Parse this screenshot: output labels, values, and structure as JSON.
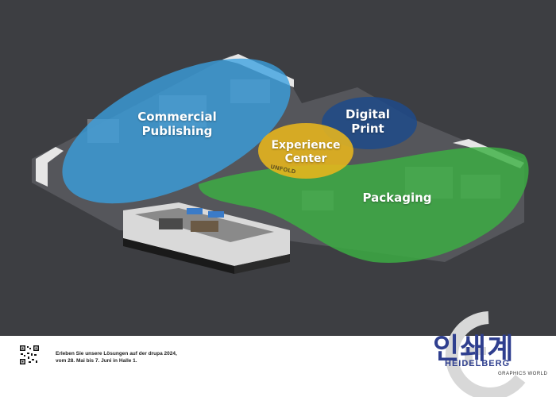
{
  "zones": {
    "commercial_publishing": "Commercial\nPublishing",
    "digital_print": "Digital\nPrint",
    "experience_center": "Experience\nCenter",
    "packaging": "Packaging"
  },
  "floor_text": {
    "unfold": "UNFOLD"
  },
  "footer": {
    "info_text": "Erleben Sie unsere Lösungen auf der drupa 2024,\nvom 28. Mai bis 7. Juni in Halle 1."
  },
  "logo": {
    "korean": "인쇄계",
    "brand": "HEIDELBERG",
    "sub": "GRAPHICS WORLD"
  },
  "colors": {
    "background": "#3d3e42",
    "commercial": "#3aa0e0",
    "digital": "#1f4a8a",
    "experience": "#e8b61c",
    "packaging": "#3cb043",
    "logo_blue": "#2f3f8f"
  },
  "icons": [
    "qr-code-icon",
    "heidelberg-logo-icon"
  ]
}
